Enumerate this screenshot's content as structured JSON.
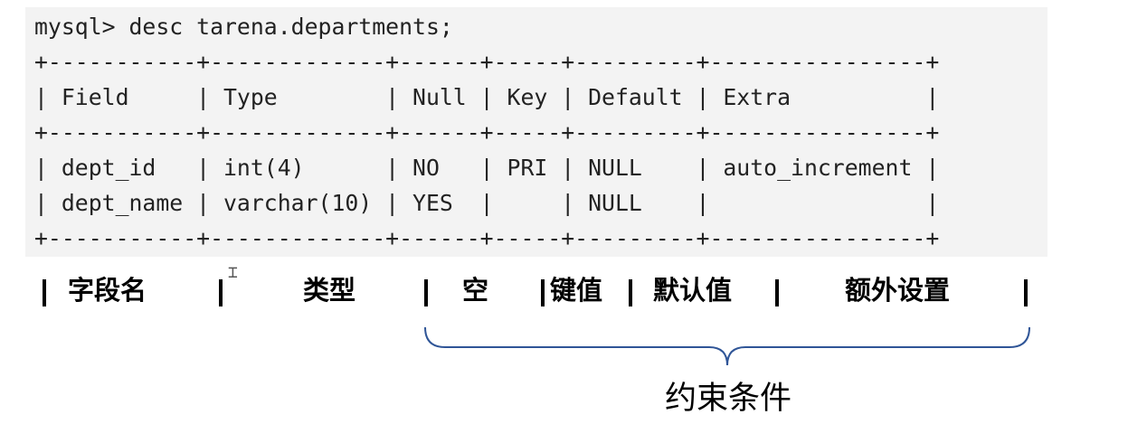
{
  "terminal": {
    "prompt_line": "mysql> desc tarena.departments;",
    "border_line": "+-----------+-------------+------+-----+---------+----------------+",
    "header_line": "| Field     | Type        | Null | Key | Default | Extra          |",
    "row_1": "| dept_id   | int(4)      | NO   | PRI | NULL    | auto_increment |",
    "row_2": "| dept_name | varchar(10) | YES  |     | NULL    |                |"
  },
  "labels": {
    "field": "字段名",
    "type": "类型",
    "null": "空",
    "key": "键值",
    "default": "默认值",
    "extra": "额外设置"
  },
  "caption": "约束条件",
  "colors": {
    "terminal_bg": "#f3f3f3",
    "text": "#222222",
    "brace": "#2f5597"
  }
}
